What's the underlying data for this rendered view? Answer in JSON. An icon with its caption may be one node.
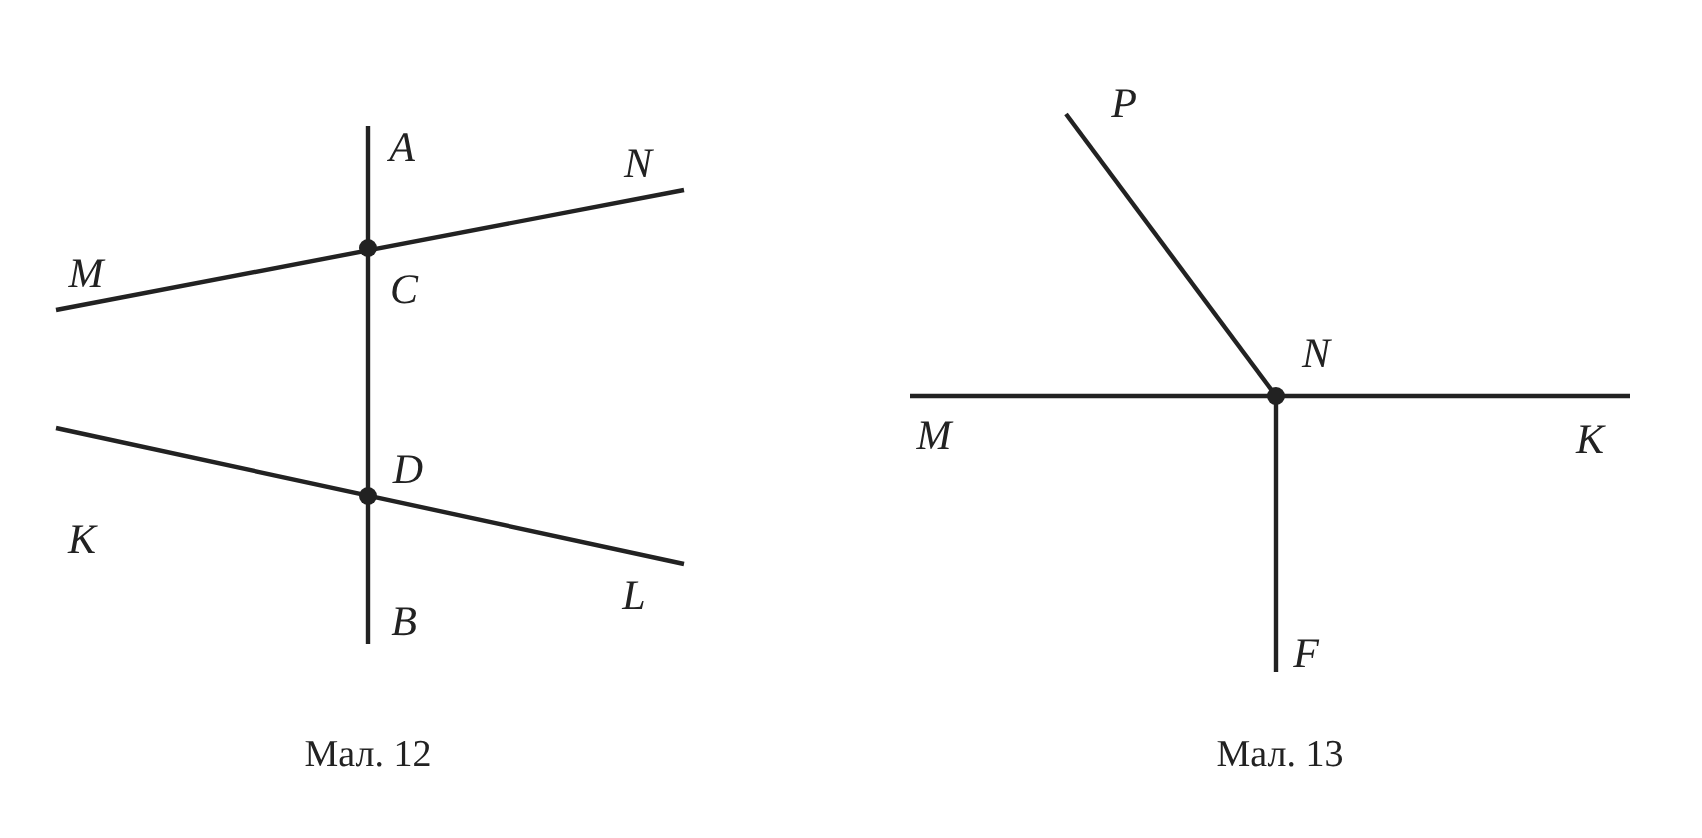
{
  "diagram": {
    "labels": [
      "A",
      "N",
      "M",
      "C",
      "K",
      "D",
      "L",
      "B",
      "Мал. 12",
      "P",
      "N",
      "M",
      "K",
      "F",
      "Мал. 13"
    ]
  }
}
